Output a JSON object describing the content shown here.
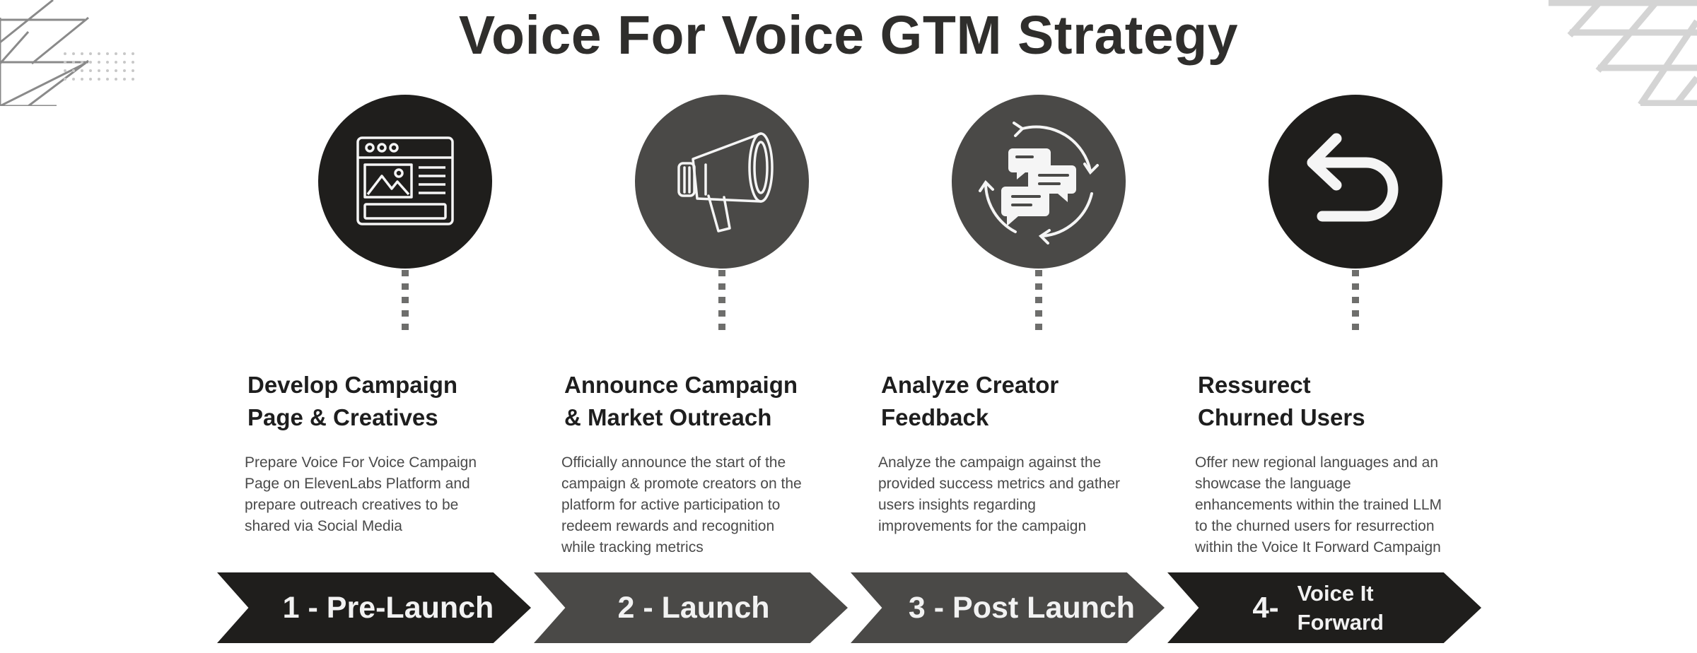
{
  "title": "Voice For Voice GTM Strategy",
  "colors": {
    "dark": "#1f1e1c",
    "gray": "#4a4947",
    "connector": "#6e6e6c",
    "icon_stroke": "#f5f5f5"
  },
  "stages": [
    {
      "icon": "browser-window-icon",
      "heading_line1": "Develop Campaign",
      "heading_line2": "Page & Creatives",
      "desc_lines": [
        "Prepare Voice For Voice Campaign",
        "Page on ElevenLabs Platform and",
        "prepare outreach creatives to be",
        "shared via Social Media"
      ],
      "phase_label": "1 - Pre-Launch"
    },
    {
      "icon": "megaphone-icon",
      "heading_line1": "Announce Campaign",
      "heading_line2": "& Market Outreach",
      "desc_lines": [
        "Officially announce the start of the",
        "campaign & promote creators on the",
        "platform for active participation to",
        "redeem rewards and recognition",
        "while tracking metrics"
      ],
      "phase_label": "2 - Launch"
    },
    {
      "icon": "feedback-cycle-icon",
      "heading_line1": "Analyze Creator",
      "heading_line2": "Feedback",
      "desc_lines": [
        "Analyze the campaign against the",
        "provided success metrics and gather",
        "users insights regarding",
        "improvements for the campaign"
      ],
      "phase_label": "3 - Post Launch"
    },
    {
      "icon": "return-arrow-icon",
      "heading_line1": "Ressurect",
      "heading_line2": "Churned Users",
      "desc_lines": [
        "Offer new regional languages and an",
        "showcase the language",
        "enhancements within the trained LLM",
        "to the churned users for resurrection",
        "within the Voice It Forward Campaign"
      ],
      "phase_number": "4-",
      "phase_text_line1": "Voice It",
      "phase_text_line2": "Forward"
    }
  ]
}
